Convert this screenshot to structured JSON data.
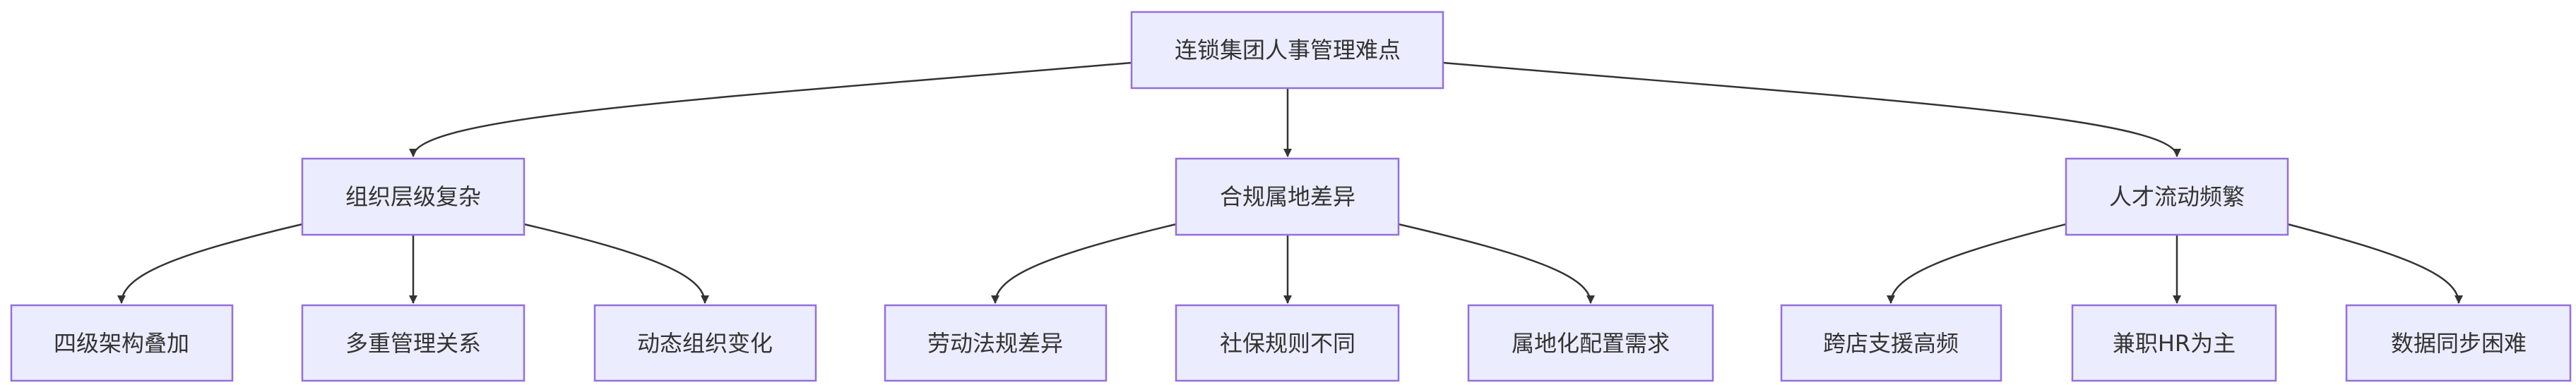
{
  "diagram": {
    "root": {
      "label": "连锁集团人事管理难点"
    },
    "branches": [
      {
        "label": "组织层级复杂",
        "children": [
          {
            "label": "四级架构叠加"
          },
          {
            "label": "多重管理关系"
          },
          {
            "label": "动态组织变化"
          }
        ]
      },
      {
        "label": "合规属地差异",
        "children": [
          {
            "label": "劳动法规差异"
          },
          {
            "label": "社保规则不同"
          },
          {
            "label": "属地化配置需求"
          }
        ]
      },
      {
        "label": "人才流动频繁",
        "children": [
          {
            "label": "跨店支援高频"
          },
          {
            "label": "兼职HR为主"
          },
          {
            "label": "数据同步困难"
          }
        ]
      }
    ],
    "colors": {
      "node_fill": "#ececff",
      "node_border": "#9370db",
      "text": "#333333",
      "edge": "#333333"
    }
  }
}
